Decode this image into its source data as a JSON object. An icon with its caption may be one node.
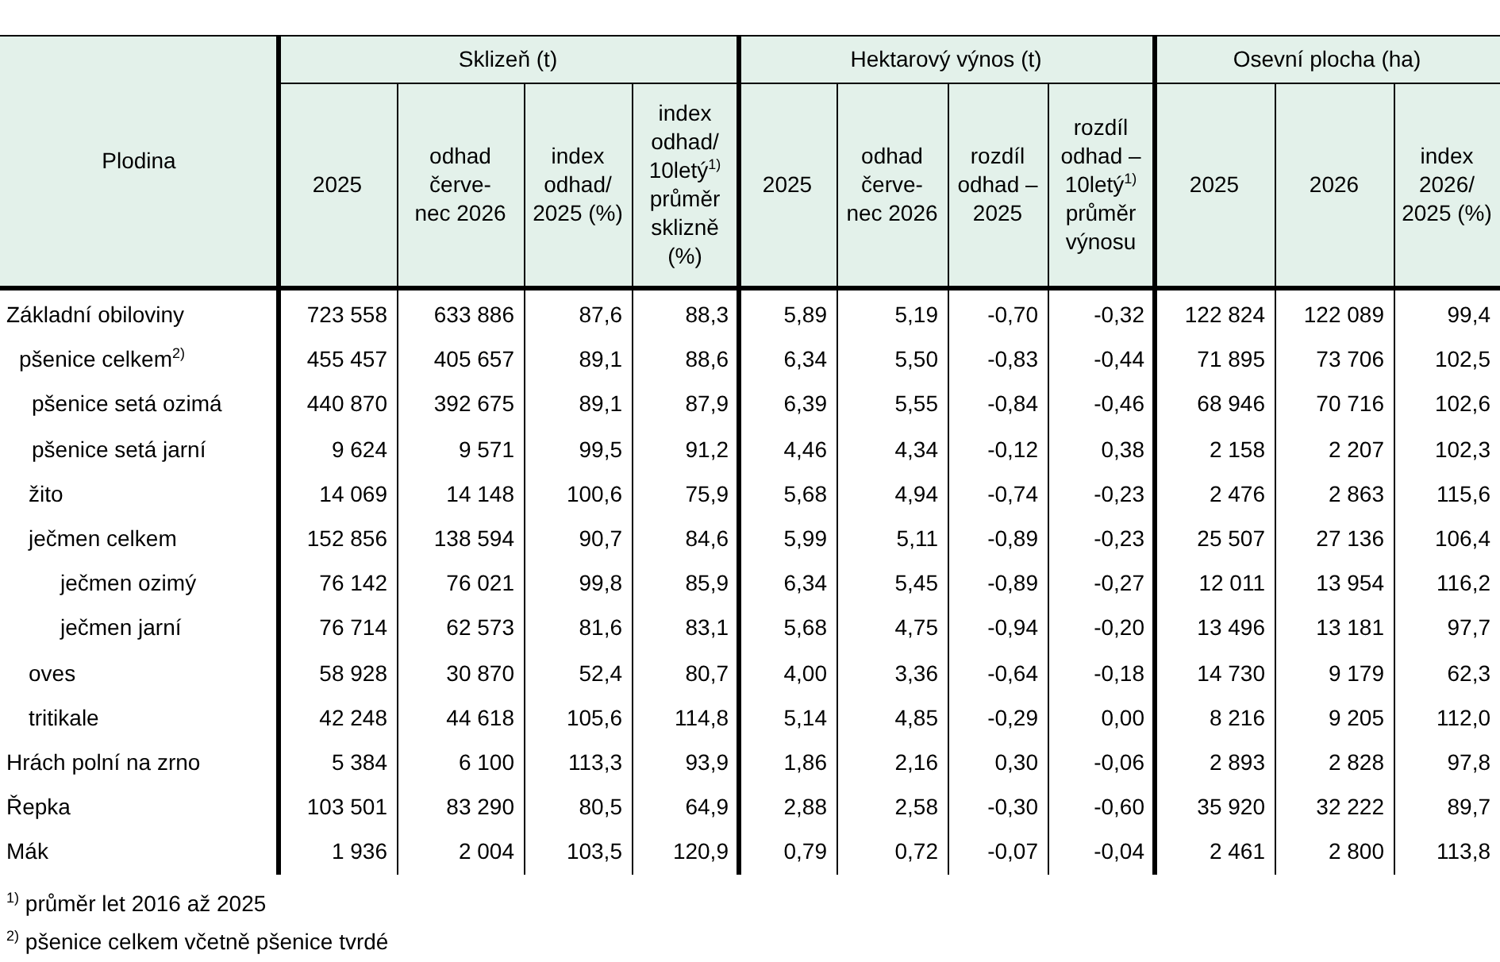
{
  "diagram": {
    "labels": [
      "Plodina",
      "Sklizeň (t)",
      "Hektarový výnos (t)",
      "Osevní plocha (ha)",
      "2025",
      "odhad červe- nec 2026",
      "index odhad/ 2025 (%)",
      "index odhad/ 10letý$^{1)}$ průměr sklizně (%)",
      "2025",
      "odhad červe- nec 2026",
      "rozdíl odhad – 2025",
      "rozdíl odhad – 10letý$^{1)}$ průměr výnosu",
      "2025",
      "2026",
      "index 2026/ 2025 (%)",
      "Základní obiloviny",
      "723 558",
      "633 886",
      "87,6",
      "88,3",
      "5,89",
      "5,19",
      "-0,70",
      "-0,32",
      "122 824",
      "122 089",
      "99,4",
      "pšenice celkem$^{2)}$",
      "455 457",
      "405 657",
      "89,1",
      "88,6",
      "6,34",
      "5,50",
      "-0,83",
      "-0,44",
      "71 895",
      "73 706",
      "102,5",
      "pšenice setá ozimá",
      "440 870",
      "392 675",
      "89,1",
      "87,9",
      "6,39",
      "5,55",
      "-0,84",
      "-0,46",
      "68 946",
      "70 716",
      "102,6",
      "pšenice setá jarní",
      "9 624",
      "9 571",
      "99,5",
      "91,2",
      "4,46",
      "4,34",
      "-0,12",
      "0,38",
      "2 158",
      "2 207",
      "102,3",
      "žito",
      "14 069",
      "14 148",
      "100,6",
      "75,9",
      "5,68",
      "4,94",
      "-0,74",
      "-0,23",
      "2 476",
      "2 863",
      "115,6",
      "ječmen celkem",
      "152 856",
      "138 594",
      "90,7",
      "84,6",
      "5,99",
      "5,11",
      "-0,89",
      "-0,23",
      "25 507",
      "27 136",
      "106,4",
      "ječmen ozimý",
      "76 142",
      "76 021",
      "99,8",
      "85,9",
      "6,34",
      "5,45",
      "-0,89",
      "-0,27",
      "12 011",
      "13 954",
      "116,2",
      "ječmen jarní",
      "76 714",
      "62 573",
      "81,6",
      "83,1",
      "5,68",
      "4,75",
      "-0,94",
      "-0,20",
      "13 496",
      "13 181",
      "97,7",
      "oves",
      "58 928",
      "30 870",
      "52,4",
      "80,7",
      "4,00",
      "3,36",
      "-0,64",
      "-0,18",
      "14 730",
      "9 179",
      "62,3",
      "tritikale",
      "42 248",
      "44 618",
      "105,6",
      "114,8",
      "5,14",
      "4,85",
      "-0,29",
      "0,00",
      "8 216",
      "9 205",
      "112,0",
      "Hrách polní na zrno",
      "5 384",
      "6 100",
      "113,3",
      "93,9",
      "1,86",
      "2,16",
      "0,30",
      "-0,06",
      "2 893",
      "2 828",
      "97,8",
      "Řepka",
      "103 501",
      "83 290",
      "80,5",
      "64,9",
      "2,88",
      "2,58",
      "-0,30",
      "-0,60",
      "35 920",
      "32 222",
      "89,7",
      "Mák",
      "1 936",
      "2 004",
      "103,5",
      "120,9",
      "0,79",
      "0,72",
      "-0,07",
      "-0,04",
      "2 461",
      "2 800",
      "113,8",
      "$^{1)}$ průměr let 2016 až 2025",
      "$^{2)}$ pšenice celkem včetně pšenice tvrdé"
    ]
  }
}
